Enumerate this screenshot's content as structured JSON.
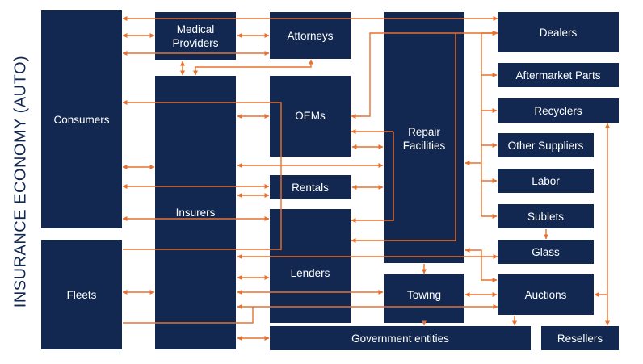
{
  "title": "INSURANCE ECONOMY (AUTO)",
  "colors": {
    "box": "#122850",
    "text": "#ffffff",
    "arrow": "#e8712e",
    "title": "#122850"
  },
  "entities": {
    "consumers": "Consumers",
    "fleets": "Fleets",
    "medical_providers": "Medical Providers",
    "insurers": "Insurers",
    "attorneys": "Attorneys",
    "oems": "OEMs",
    "rentals": "Rentals",
    "lenders": "Lenders",
    "repair_facilities": "Repair Facilities",
    "towing": "Towing",
    "government_entities": "Government entities",
    "dealers": "Dealers",
    "aftermarket_parts": "Aftermarket Parts",
    "recyclers": "Recyclers",
    "other_suppliers": "Other Suppliers",
    "labor": "Labor",
    "sublets": "Sublets",
    "glass": "Glass",
    "auctions": "Auctions",
    "resellers": "Resellers"
  }
}
